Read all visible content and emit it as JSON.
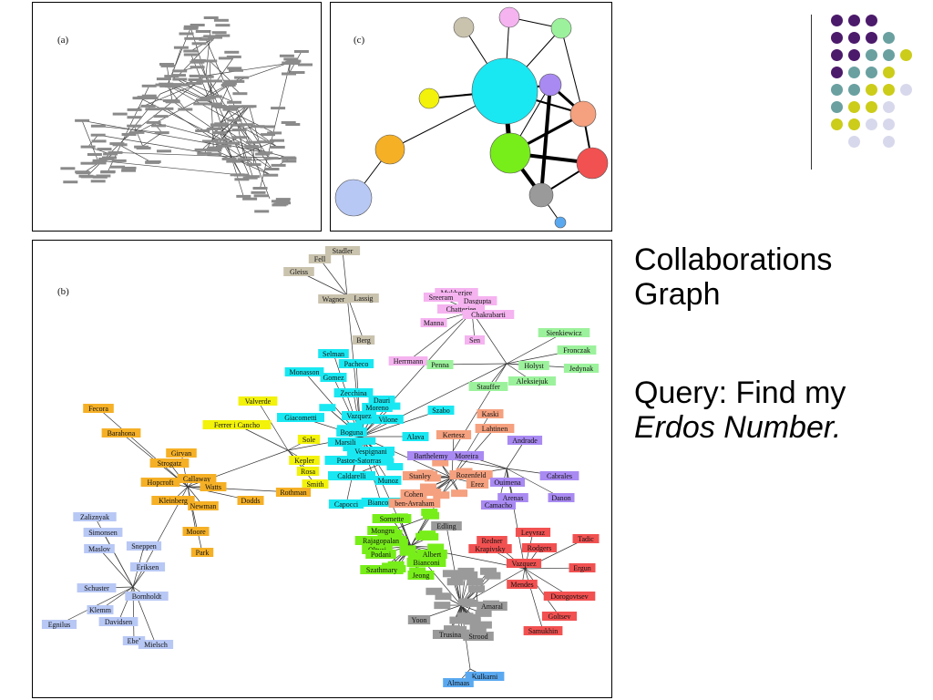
{
  "slide": {
    "title_line1": "Collaborations",
    "title_line2": "Graph",
    "query_line1": "Query: Find my",
    "query_line2": "Erdos Number."
  },
  "panels": {
    "a": {
      "label": "(a)"
    },
    "b": {
      "label": "(b)"
    },
    "c": {
      "label": "(c)"
    }
  },
  "colors": {
    "purple": "#4b1a6b",
    "teal": "#6aa0a0",
    "yellow_green": "#cccc1a",
    "lavender": "#d8d8ec"
  },
  "community_colors": {
    "tan": "#c9c2ad",
    "pink": "#f5b3f0",
    "mint": "#9cf29c",
    "cyan": "#19e8f2",
    "purple": "#a98af2",
    "yellow": "#f2f20a",
    "salmon": "#f5a07e",
    "orange": "#f5b026",
    "green": "#77ee19",
    "red": "#f25151",
    "gray": "#9a9a9a",
    "lightblue": "#b8c8f5",
    "blue": "#5aa9f0"
  },
  "panel_c_nodes": [
    {
      "id": "tan",
      "color": "tan"
    },
    {
      "id": "pink",
      "color": "pink"
    },
    {
      "id": "mint",
      "color": "mint"
    },
    {
      "id": "cyan",
      "color": "cyan"
    },
    {
      "id": "yellow",
      "color": "yellow"
    },
    {
      "id": "purple",
      "color": "purple"
    },
    {
      "id": "salmon",
      "color": "salmon"
    },
    {
      "id": "green",
      "color": "green"
    },
    {
      "id": "red",
      "color": "red"
    },
    {
      "id": "orange",
      "color": "orange"
    },
    {
      "id": "gray",
      "color": "gray"
    },
    {
      "id": "lightblue",
      "color": "lightblue"
    },
    {
      "id": "blue",
      "color": "blue"
    }
  ],
  "panel_b_labels": [
    {
      "text": "Stadler",
      "c": "tan"
    },
    {
      "text": "Fell",
      "c": "tan"
    },
    {
      "text": "Gleiss",
      "c": "tan"
    },
    {
      "text": "Wagner",
      "c": "tan"
    },
    {
      "text": "Lassig",
      "c": "tan"
    },
    {
      "text": "Berg",
      "c": "tan"
    },
    {
      "text": "Mukherjee",
      "c": "pink"
    },
    {
      "text": "Sreeram",
      "c": "pink"
    },
    {
      "text": "Dasgupta",
      "c": "pink"
    },
    {
      "text": "Chatterjee",
      "c": "pink"
    },
    {
      "text": "Chakrabarti",
      "c": "pink"
    },
    {
      "text": "Manna",
      "c": "pink"
    },
    {
      "text": "Sen",
      "c": "pink"
    },
    {
      "text": "Herrmann",
      "c": "pink"
    },
    {
      "text": "Sienkiewicz",
      "c": "mint"
    },
    {
      "text": "Fronczak",
      "c": "mint"
    },
    {
      "text": "Holyst",
      "c": "mint"
    },
    {
      "text": "Jedynak",
      "c": "mint"
    },
    {
      "text": "Aleksiejuk",
      "c": "mint"
    },
    {
      "text": "Stauffer",
      "c": "mint"
    },
    {
      "text": "Penna",
      "c": "mint"
    },
    {
      "text": "Moreira",
      "c": "mint"
    },
    {
      "text": "Selman",
      "c": "cyan"
    },
    {
      "text": "Pacheco",
      "c": "cyan"
    },
    {
      "text": "Monasson",
      "c": "cyan"
    },
    {
      "text": "Gomez",
      "c": "cyan"
    },
    {
      "text": "Zecchina",
      "c": "cyan"
    },
    {
      "text": "Dauri",
      "c": "cyan"
    },
    {
      "text": "Moreno",
      "c": "cyan"
    },
    {
      "text": "Vazquez",
      "c": "cyan"
    },
    {
      "text": "Vilone",
      "c": "cyan"
    },
    {
      "text": "Giacometti",
      "c": "cyan"
    },
    {
      "text": "Boguna",
      "c": "cyan"
    },
    {
      "text": "Marsili",
      "c": "cyan"
    },
    {
      "text": "Vespignani",
      "c": "cyan"
    },
    {
      "text": "Alava",
      "c": "cyan"
    },
    {
      "text": "Szabo",
      "c": "cyan"
    },
    {
      "text": "Pastor-Satorras",
      "c": "cyan"
    },
    {
      "text": "Caldarelli",
      "c": "cyan"
    },
    {
      "text": "Munoz",
      "c": "cyan"
    },
    {
      "text": "Capocci",
      "c": "cyan"
    },
    {
      "text": "Bianconi",
      "c": "cyan"
    },
    {
      "text": "Valverde",
      "c": "yellow"
    },
    {
      "text": "Ferrer i Cancho",
      "c": "yellow"
    },
    {
      "text": "Sole",
      "c": "yellow"
    },
    {
      "text": "Kepler",
      "c": "yellow"
    },
    {
      "text": "Rosa",
      "c": "yellow"
    },
    {
      "text": "Smith",
      "c": "yellow"
    },
    {
      "text": "Kertesz",
      "c": "salmon"
    },
    {
      "text": "Kaski",
      "c": "salmon"
    },
    {
      "text": "Lahtinen",
      "c": "salmon"
    },
    {
      "text": "Stanley",
      "c": "salmon"
    },
    {
      "text": "Rozenfeld",
      "c": "salmon"
    },
    {
      "text": "Erez",
      "c": "salmon"
    },
    {
      "text": "Cohen",
      "c": "salmon"
    },
    {
      "text": "ben-Avraham",
      "c": "salmon"
    },
    {
      "text": "Andrade",
      "c": "purple"
    },
    {
      "text": "Barthelemy",
      "c": "purple"
    },
    {
      "text": "Moreira",
      "c": "purple"
    },
    {
      "text": "Ouimena",
      "c": "purple"
    },
    {
      "text": "Cabrales",
      "c": "purple"
    },
    {
      "text": "Arenas",
      "c": "purple"
    },
    {
      "text": "Danon",
      "c": "purple"
    },
    {
      "text": "Camacho",
      "c": "purple"
    },
    {
      "text": "Fecora",
      "c": "orange"
    },
    {
      "text": "Barahona",
      "c": "orange"
    },
    {
      "text": "Girvan",
      "c": "orange"
    },
    {
      "text": "Strogatz",
      "c": "orange"
    },
    {
      "text": "Callaway",
      "c": "orange"
    },
    {
      "text": "Hopcroft",
      "c": "orange"
    },
    {
      "text": "Watts",
      "c": "orange"
    },
    {
      "text": "Kleinberg",
      "c": "orange"
    },
    {
      "text": "Newman",
      "c": "orange"
    },
    {
      "text": "Dodds",
      "c": "orange"
    },
    {
      "text": "Rothman",
      "c": "orange"
    },
    {
      "text": "Moore",
      "c": "orange"
    },
    {
      "text": "Park",
      "c": "orange"
    },
    {
      "text": "Sornette",
      "c": "green"
    },
    {
      "text": "Mongru",
      "c": "green"
    },
    {
      "text": "Rajagopalan",
      "c": "green"
    },
    {
      "text": "Oltvai",
      "c": "green"
    },
    {
      "text": "Podani",
      "c": "green"
    },
    {
      "text": "Szathmary",
      "c": "green"
    },
    {
      "text": "Jeong",
      "c": "green"
    },
    {
      "text": "Albert",
      "c": "green"
    },
    {
      "text": "Bianconi",
      "c": "green"
    },
    {
      "text": "Redner",
      "c": "red"
    },
    {
      "text": "Krapivsky",
      "c": "red"
    },
    {
      "text": "Leyvraz",
      "c": "red"
    },
    {
      "text": "Rodgers",
      "c": "red"
    },
    {
      "text": "Tadic",
      "c": "red"
    },
    {
      "text": "Vazquez",
      "c": "red"
    },
    {
      "text": "Ergun",
      "c": "red"
    },
    {
      "text": "Mendes",
      "c": "red"
    },
    {
      "text": "Dorogovtsev",
      "c": "red"
    },
    {
      "text": "Goltsev",
      "c": "red"
    },
    {
      "text": "Samukhin",
      "c": "red"
    },
    {
      "text": "Edling",
      "c": "gray"
    },
    {
      "text": "Yoon",
      "c": "gray"
    },
    {
      "text": "Amaral",
      "c": "gray"
    },
    {
      "text": "Trusina",
      "c": "gray"
    },
    {
      "text": "Strood",
      "c": "gray"
    },
    {
      "text": "Zaliznyak",
      "c": "lightblue"
    },
    {
      "text": "Simonsen",
      "c": "lightblue"
    },
    {
      "text": "Maslov",
      "c": "lightblue"
    },
    {
      "text": "Sneppen",
      "c": "lightblue"
    },
    {
      "text": "Eriksen",
      "c": "lightblue"
    },
    {
      "text": "Schuster",
      "c": "lightblue"
    },
    {
      "text": "Bornholdt",
      "c": "lightblue"
    },
    {
      "text": "Klemm",
      "c": "lightblue"
    },
    {
      "text": "Egnilus",
      "c": "lightblue"
    },
    {
      "text": "Davidsen",
      "c": "lightblue"
    },
    {
      "text": "Ebel",
      "c": "lightblue"
    },
    {
      "text": "Mielsch",
      "c": "lightblue"
    },
    {
      "text": "Kulkarni",
      "c": "blue"
    },
    {
      "text": "Almaas",
      "c": "blue"
    }
  ]
}
